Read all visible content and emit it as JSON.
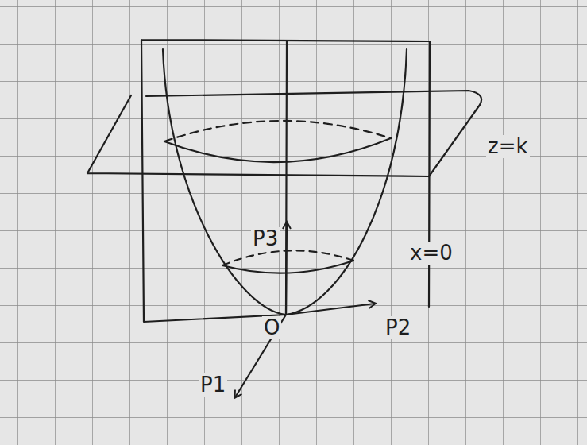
{
  "diagram": {
    "labels": [
      "z=k",
      "x=0",
      "P3",
      "O",
      "P2",
      "P1"
    ]
  }
}
